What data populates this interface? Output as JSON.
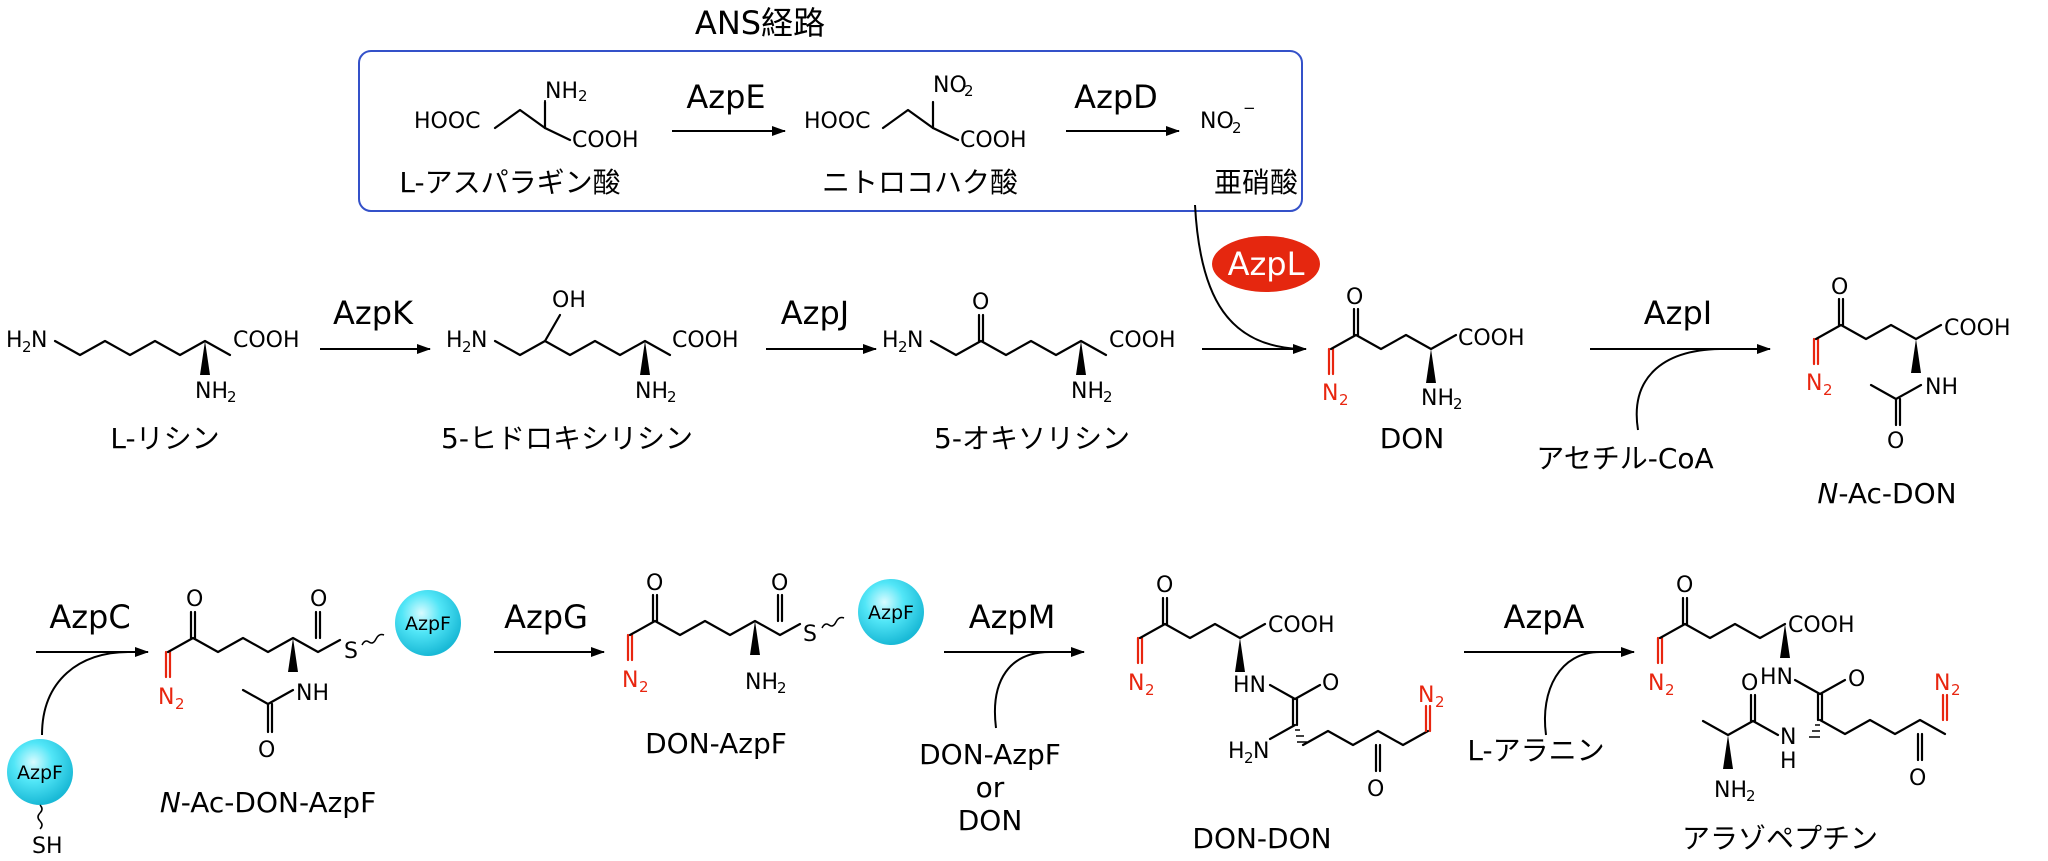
{
  "ans_pathway": {
    "title": "ANS経路",
    "enzyme_1": "AzpE",
    "enzyme_2": "AzpD",
    "compound_1": "L-アスパラギン酸",
    "compound_2": "ニトロコハク酸",
    "compound_3": "亜硝酸"
  },
  "main_pathway": {
    "enzyme_k": "AzpK",
    "enzyme_j": "AzpJ",
    "enzyme_l": "AzpL",
    "enzyme_i": "AzpI",
    "cofactor_i": "アセチル-CoA",
    "compound_lysine": "L-リシン",
    "compound_5oh": "5-ヒドロキシリシン",
    "compound_5oxo": "5-オキソリシン",
    "compound_don": "DON",
    "compound_n_ac_don_prefix": "N",
    "compound_n_ac_don_suffix": "-Ac-DON"
  },
  "lower_pathway": {
    "enzyme_c": "AzpC",
    "enzyme_g": "AzpG",
    "enzyme_m": "AzpM",
    "enzyme_a": "AzpA",
    "bead_label": "AzpF",
    "cofactor_m_line1": "DON-AzpF",
    "cofactor_m_line2": "or",
    "cofactor_m_line3": "DON",
    "cofactor_a": "L-アラニン",
    "compound_n_ac_don_azpf_prefix": "N",
    "compound_n_ac_don_azpf_suffix": "-Ac-DON-AzpF",
    "compound_don_azpf": "DON-AzpF",
    "compound_don_don": "DON-DON",
    "compound_alazopeptin": "アラゾペプチン"
  },
  "atoms": {
    "hooc": "HOOC",
    "cooh": "COOH",
    "nh": "NH",
    "n": "N",
    "h2n": "H",
    "no": "NO",
    "oh": "OH",
    "o": "O",
    "hn": "HN",
    "s": "S",
    "sh": "SH",
    "h": "H",
    "two": "2",
    "minus": "−"
  },
  "colors": {
    "ans_box_border": "#3451c9",
    "azpl_fill": "#e5270f",
    "diazo": "#e8250f",
    "azpf_bead": "#29d3e8"
  }
}
